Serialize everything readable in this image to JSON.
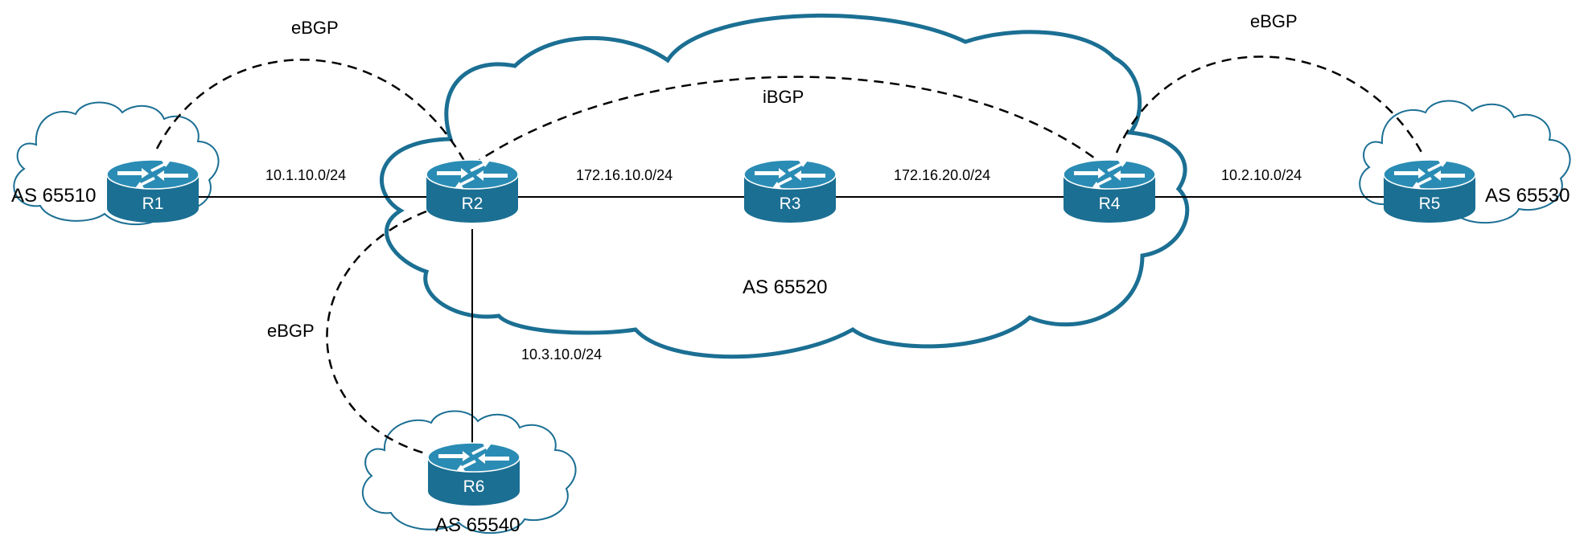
{
  "autonomous_systems": {
    "as65510": "AS 65510",
    "as65520": "AS 65520",
    "as65530": "AS 65530",
    "as65540": "AS 65540"
  },
  "routers": {
    "r1": "R1",
    "r2": "R2",
    "r3": "R3",
    "r4": "R4",
    "r5": "R5",
    "r6": "R6"
  },
  "links": {
    "r1_r2": "10.1.10.0/24",
    "r2_r3": "172.16.10.0/24",
    "r3_r4": "172.16.20.0/24",
    "r4_r5": "10.2.10.0/24",
    "r2_r6": "10.3.10.0/24"
  },
  "sessions": {
    "r1_r2": "eBGP",
    "r2_r4": "iBGP",
    "r4_r5": "eBGP",
    "r2_r6": "eBGP"
  },
  "colors": {
    "router_body": "#1b6f93",
    "router_top": "#2a8cb4",
    "cloud_stroke": "#1b6f93"
  }
}
